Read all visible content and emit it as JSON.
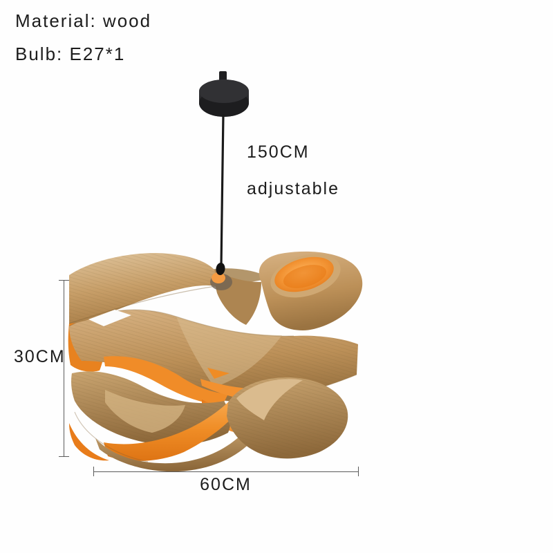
{
  "specs": {
    "material": "Material: wood",
    "bulb": "Bulb: E27*1"
  },
  "annotations": {
    "cord_length": "150CM",
    "cord_note": "adjustable",
    "height": "30CM",
    "width": "60CM"
  },
  "colors": {
    "background": "#fefefe",
    "text": "#1c1c1c",
    "dimension_line": "#5a5a5a",
    "wood_light": "#dfc49c",
    "wood_mid": "#bc9058",
    "wood_dark": "#8d683a",
    "orange": "#ef8c25",
    "orange_bright": "#ffb863",
    "canopy_black": "#2b2b2d",
    "cord_black": "#1a1a1a"
  }
}
